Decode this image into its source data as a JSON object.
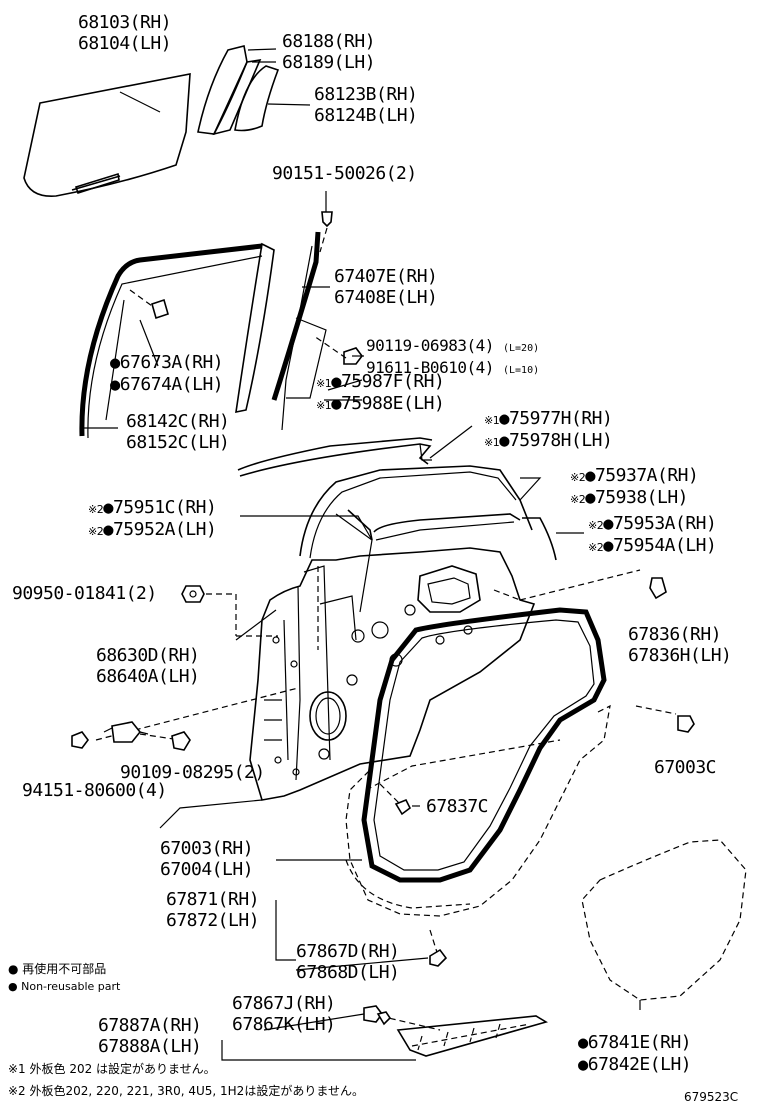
{
  "labels": {
    "glass": [
      "68103(RH)",
      "68104(LH)"
    ],
    "quarter_frame": [
      "68188(RH)",
      "68189(LH)"
    ],
    "quarter_glass": [
      "68123B(RH)",
      "68124B(LH)"
    ],
    "screw_top": "90151-50026(2)",
    "run_channel": [
      "67407E(RH)",
      "67408E(LH)"
    ],
    "bolt_l20": "90119-06983(4)",
    "bolt_l10": "91611-B0610(4)",
    "note_l20": "(L=20)",
    "note_l10": "(L=10)",
    "pillar_garnish": [
      "75987F(RH)",
      "75988E(LH)"
    ],
    "glass_run": [
      "67673A(RH)",
      "67674A(LH)"
    ],
    "weatherstrip_outer": [
      "68142C(RH)",
      "68152C(LH)"
    ],
    "belt_moulding": [
      "75977H(RH)",
      "75978H(LH)"
    ],
    "frame_moulding_rear": [
      "75937A(RH)",
      "75938(LH)"
    ],
    "frame_moulding_front": [
      "75951C(RH)",
      "75952A(LH)"
    ],
    "frame_moulding_side": [
      "75953A(RH)",
      "75954A(LH)"
    ],
    "nut_clip": "90950-01841(2)",
    "clip_upper": [
      "67836(RH)",
      "67836H(LH)"
    ],
    "check_assy": [
      "68630D(RH)",
      "68640A(LH)"
    ],
    "bolt_check": "90109-08295(2)",
    "nut_check": "94151-80600(4)",
    "plug": "67003C",
    "clip_lower": "67837C",
    "door_panel": [
      "67003(RH)",
      "67004(LH)"
    ],
    "door_weatherstrip": [
      "67871(RH)",
      "67872(LH)"
    ],
    "sill_weatherstrip": [
      "67867D(RH)",
      "67868D(LH)"
    ],
    "lower_seal": [
      "67867J(RH)",
      "67867K(LH)"
    ],
    "rocker_moulding": [
      "67887A(RH)",
      "67888A(LH)"
    ],
    "service_hole_cover": [
      "67841E(RH)",
      "67842E(LH)"
    ],
    "mark_1": "※1",
    "mark_2": "※2"
  },
  "legend": {
    "line_jp": "再使用不可部品",
    "line_en": "Non-reusable part"
  },
  "footnotes": {
    "note1": "※1 外板色 202 は設定がありません。",
    "note2": "※2 外板色202, 220, 221, 3R0, 4U5, 1H2は設定がありません。"
  },
  "diagram_code": "679523C"
}
